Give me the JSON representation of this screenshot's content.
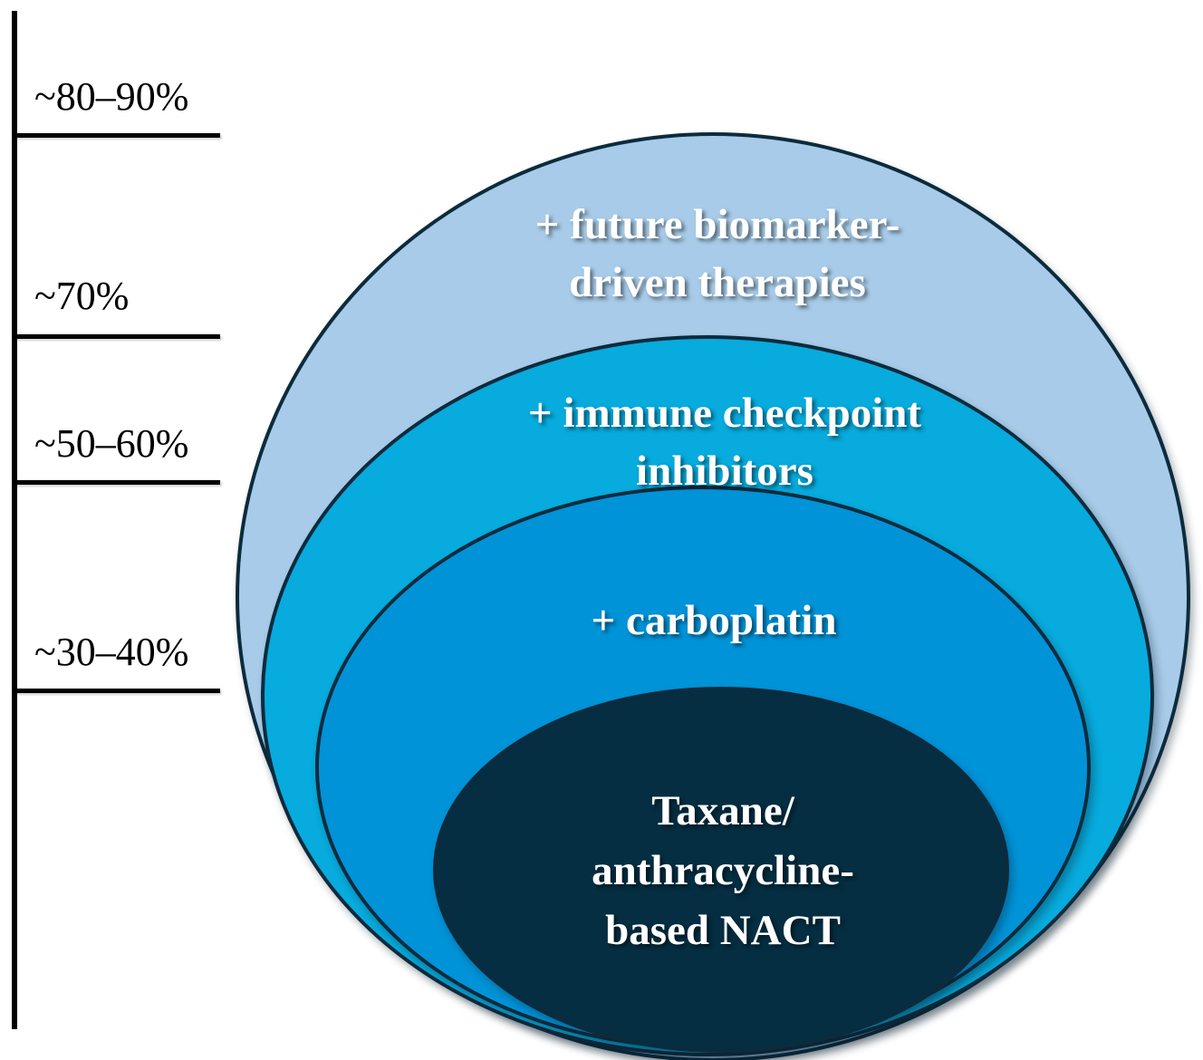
{
  "diagram": {
    "axis": {
      "tick_labels": [
        {
          "text": "~80–90%"
        },
        {
          "text": "~70%"
        },
        {
          "text": "~50–60%"
        },
        {
          "text": "~30–40%"
        }
      ]
    },
    "rings": [
      {
        "name": "future-biomarker-driven-therapies",
        "line1": "+ future biomarker-",
        "line2": "driven therapies",
        "approx_rate": "~80–90%",
        "fill": "#a7cbe8"
      },
      {
        "name": "immune-checkpoint-inhibitors",
        "line1": "+ immune checkpoint",
        "line2": "inhibitors",
        "approx_rate": "~70%",
        "fill": "#07abdd"
      },
      {
        "name": "carboplatin",
        "line1": "+ carboplatin",
        "approx_rate": "~50–60%",
        "fill": "#0093d8"
      },
      {
        "name": "taxane-anthracycline-based-nact",
        "line1": "Taxane/",
        "line2": "anthracycline-",
        "line3": "based NACT",
        "approx_rate": "~30–40%",
        "fill": "#052e42"
      }
    ],
    "colors": {
      "outline": "#0c2b3d",
      "ring_text": "#ffffff",
      "axis": "#000000"
    }
  },
  "chart_data": {
    "type": "table",
    "title": "",
    "columns": [
      "treatment",
      "approx_response_rate"
    ],
    "rows": [
      [
        "Taxane/anthracycline-based NACT",
        "~30–40%"
      ],
      [
        "+ carboplatin",
        "~50–60%"
      ],
      [
        "+ immune checkpoint inhibitors",
        "~70%"
      ],
      [
        "+ future biomarker-driven therapies",
        "~80–90%"
      ]
    ]
  }
}
